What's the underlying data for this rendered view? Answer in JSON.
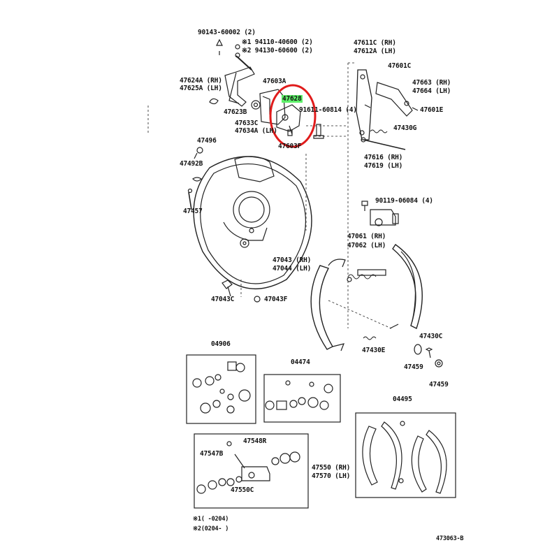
{
  "diagram": {
    "drawing_number": "473063-B",
    "highlight_color": "#5ef06a",
    "circle_color": "#e01b1b",
    "footnotes": [
      "※1(    -0204)",
      "※2(0204-    )"
    ],
    "labels": {
      "p90143": "90143-60002 (2)",
      "p94110": "※1 94110-40600 (2)",
      "p94130": "※2 94130-60600 (2)",
      "p47624": "47624A (RH)",
      "p47625": "47625A (LH)",
      "p47603A": "47603A",
      "p47628": "47628",
      "p47623B": "47623B",
      "p91611": "91611-60814 (4)",
      "p47633": "47633C",
      "p47634": "47634A (LH)",
      "p47603F": "47603F",
      "p47496": "47496",
      "p47492": "47492B",
      "p47457": "47457",
      "p47043rh": "47043 (RH)",
      "p47044lh": "47044 (LH)",
      "p47043C": "47043C",
      "p47043F": "47043F",
      "p47611": "47611C (RH)",
      "p47612": "47612A (LH)",
      "p47601C": "47601C",
      "p47663": "47663 (RH)",
      "p47664": "47664 (LH)",
      "p47601E": "47601E",
      "p47430G": "47430G",
      "p47616": "47616 (RH)",
      "p47619": "47619 (LH)",
      "p90119": "90119-06084 (4)",
      "p47061": "47061 (RH)",
      "p47062": "47062 (LH)",
      "p47430C": "47430C",
      "p47430E": "47430E",
      "p47459a": "47459",
      "p47459b": "47459",
      "k04906": "04906",
      "k04474": "04474",
      "k04495": "04495",
      "p47548": "47548R",
      "p47547": "47547B",
      "p47550C": "47550C",
      "p47550": "47550 (RH)",
      "p47570": "47570 (LH)"
    }
  }
}
